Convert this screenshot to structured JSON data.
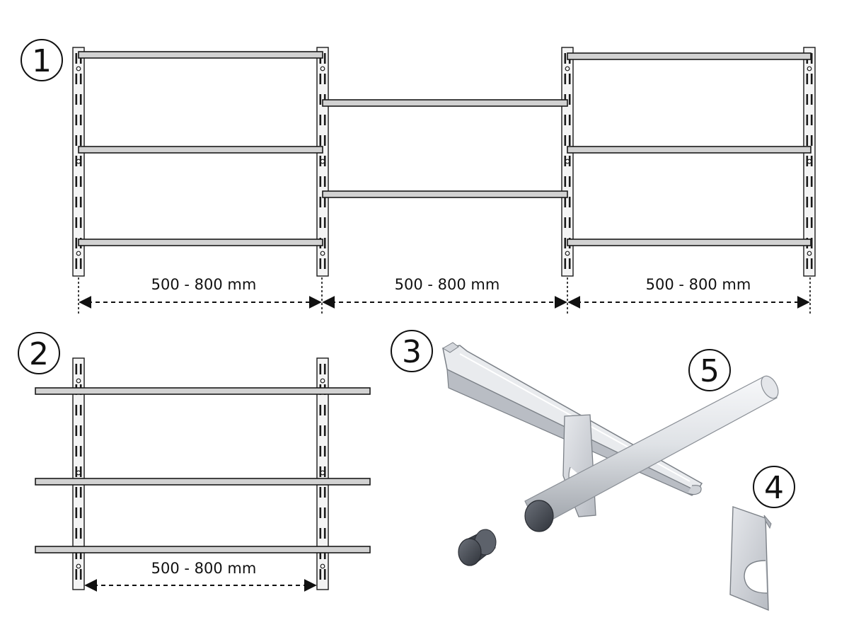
{
  "diagram": {
    "panels": [
      {
        "id": "1",
        "label": "1"
      },
      {
        "id": "2",
        "label": "2"
      },
      {
        "id": "3",
        "label": "3"
      },
      {
        "id": "4",
        "label": "4"
      },
      {
        "id": "5",
        "label": "5"
      }
    ],
    "dimension_label": "500 - 800 mm",
    "colors": {
      "line": "#1a1a1a",
      "rail_fill": "#f4f4f4",
      "bar_fill": "#d2d2d2",
      "metal_light": "#eef0f3",
      "metal_mid": "#c9ccd2",
      "metal_dark": "#8f949b",
      "cap": "#4a4f57"
    }
  }
}
